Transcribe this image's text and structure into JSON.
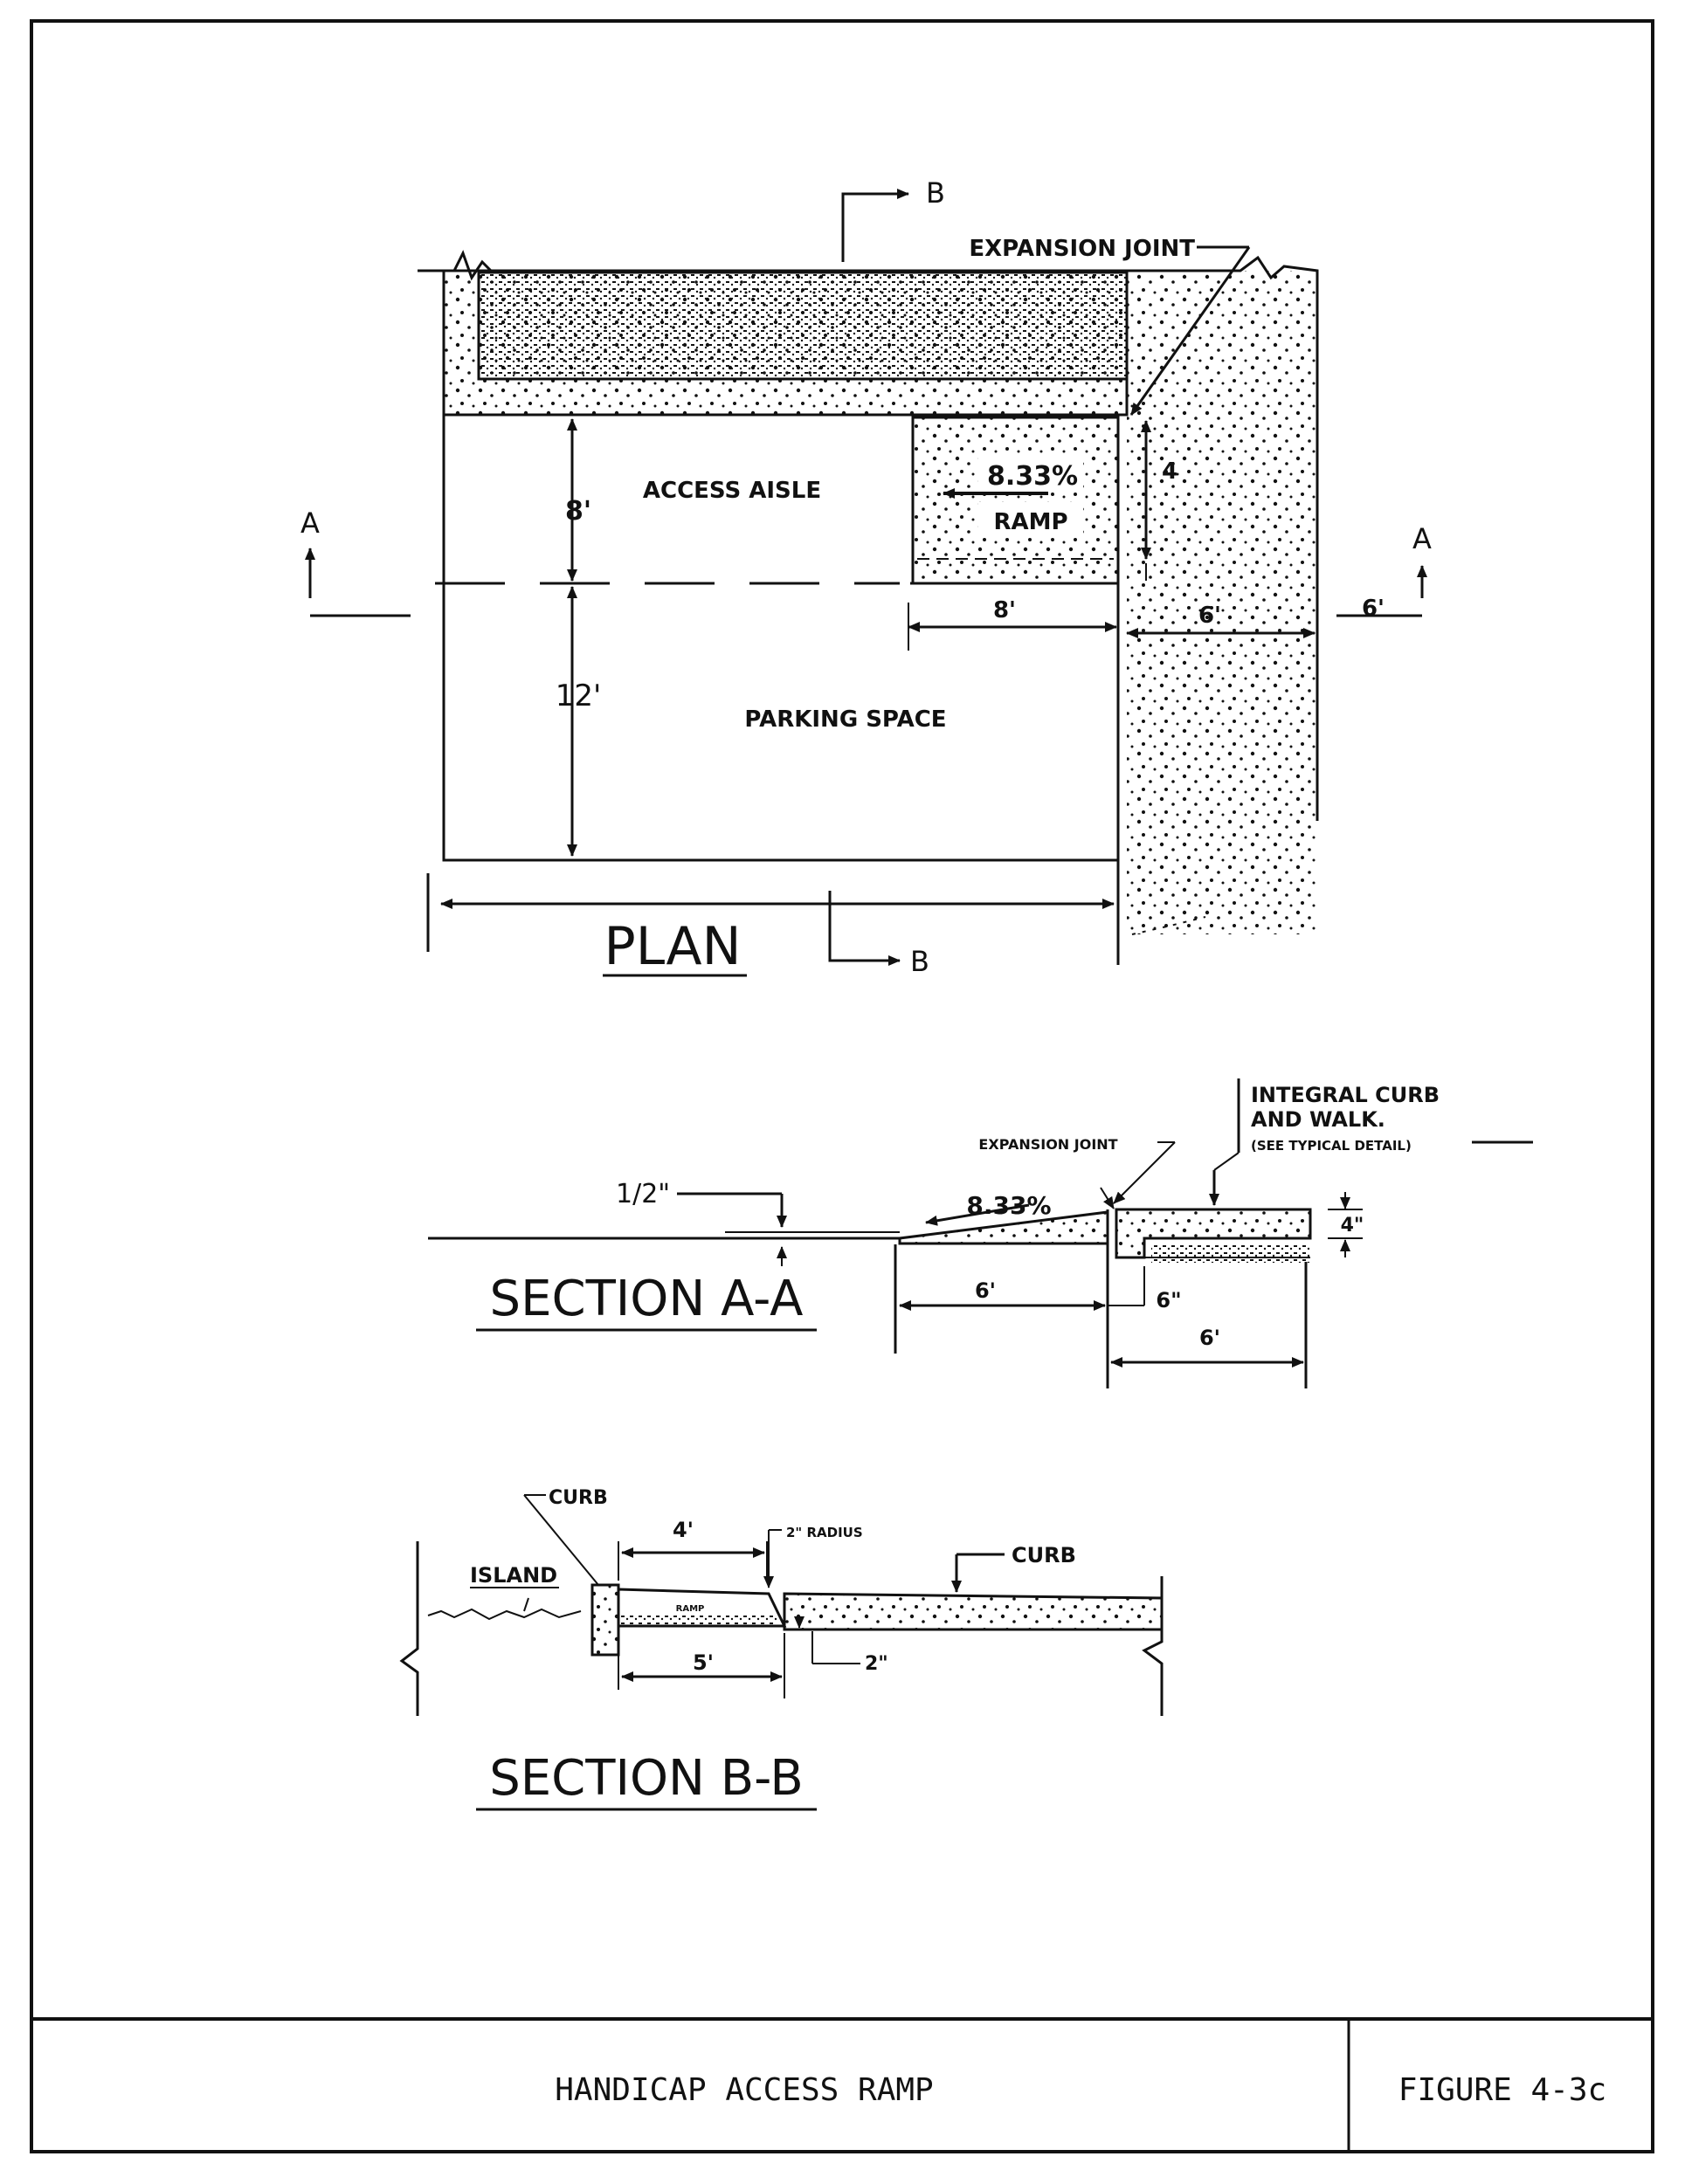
{
  "plan": {
    "title": "PLAN",
    "section_marker_a": "A",
    "section_marker_b": "B",
    "expansion_joint": "EXPANSION JOINT",
    "access_aisle": "ACCESS AISLE",
    "parking_space": "PARKING SPACE",
    "ramp": "RAMP",
    "slope": "8.33%",
    "dim_8_vertical": "8'",
    "dim_12": "12'",
    "dim_4": "4",
    "dim_8_horizontal": "8'",
    "dim_6_inner": "6'",
    "dim_6_outer": "6'"
  },
  "section_aa": {
    "title": "SECTION A-A",
    "half_inch": "1/2\"",
    "slope": "8.33%",
    "expansion_joint": "EXPANSION JOINT",
    "integral_curb_1": "INTEGRAL CURB",
    "integral_curb_2": "AND WALK.",
    "integral_curb_3": "(SEE TYPICAL DETAIL)",
    "dim_4in": "4\"",
    "dim_6ft_ramp": "6'",
    "dim_6in": "6\"",
    "dim_6ft_walk": "6'"
  },
  "section_bb": {
    "title": "SECTION B-B",
    "curb_left": "CURB",
    "island": "ISLAND",
    "dim_4": "4'",
    "radius": "2\" RADIUS",
    "curb_right": "CURB",
    "ramp": "RAMP",
    "dim_5": "5'",
    "dim_2in": "2\""
  },
  "title_block": {
    "title": "HANDICAP ACCESS RAMP",
    "figure": "FIGURE 4-3c"
  }
}
